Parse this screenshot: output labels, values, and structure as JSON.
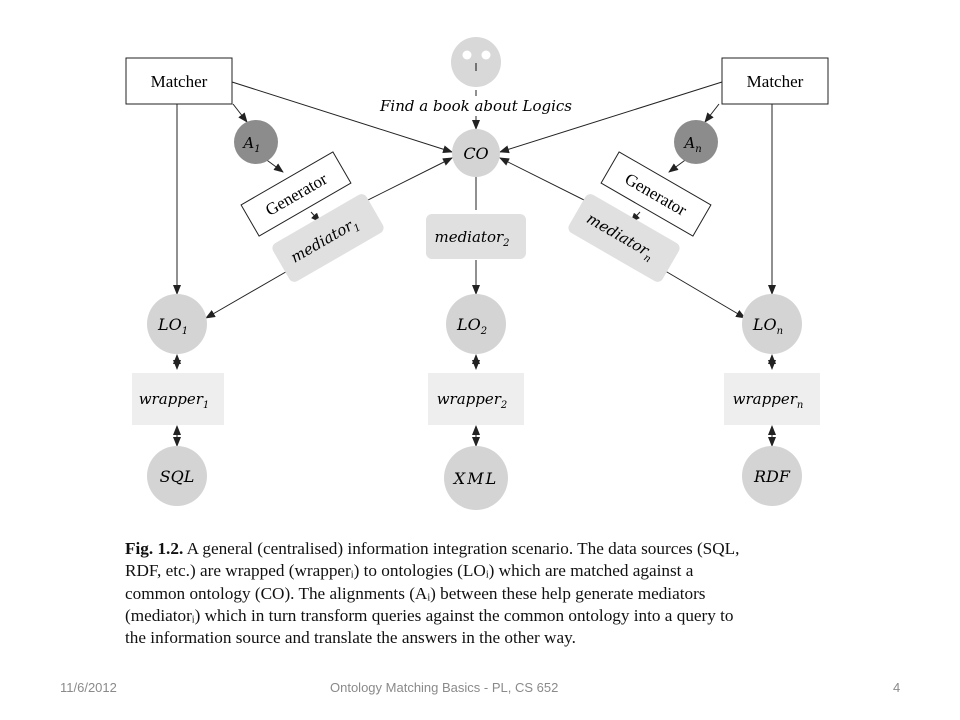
{
  "diagram": {
    "user_query": "Find a book  about Logics",
    "matcher_left": "Matcher",
    "matcher_right": "Matcher",
    "generator_left": "Generator",
    "generator_right": "Generator",
    "a_left": {
      "base": "A",
      "sub": "1"
    },
    "a_right": {
      "base": "A",
      "sub": "n"
    },
    "co": "CO",
    "mediator_1": {
      "base": "mediator",
      "sub": "1"
    },
    "mediator_2": {
      "base": "mediator",
      "sub": "2"
    },
    "mediator_n": {
      "base": "mediator",
      "sub": "n"
    },
    "lo_1": {
      "base": "LO",
      "sub": "1"
    },
    "lo_2": {
      "base": "LO",
      "sub": "2"
    },
    "lo_n": {
      "base": "LO",
      "sub": "n"
    },
    "wrapper_1": {
      "base": "wrapper",
      "sub": "1"
    },
    "wrapper_2": {
      "base": "wrapper",
      "sub": "2"
    },
    "wrapper_n": {
      "base": "wrapper",
      "sub": "n"
    },
    "source_1": "SQL",
    "source_2": "XML",
    "source_n": "RDF"
  },
  "caption": {
    "label": "Fig. 1.2.",
    "lines": [
      "A general (centralised) information integration scenario. The data sources (SQL,",
      "RDF, etc.) are wrapped (wrapperᵢ) to ontologies (LOᵢ) which are matched against a",
      "common ontology (CO). The alignments (Aᵢ) between these help generate mediators",
      "(mediatorᵢ) which in turn transform queries against the common ontology into a query to",
      "the information source and translate the answers in the other way."
    ]
  },
  "footer": {
    "date": "11/6/2012",
    "title": "Ontology Matching Basics - PL, CS 652",
    "page": "4"
  }
}
